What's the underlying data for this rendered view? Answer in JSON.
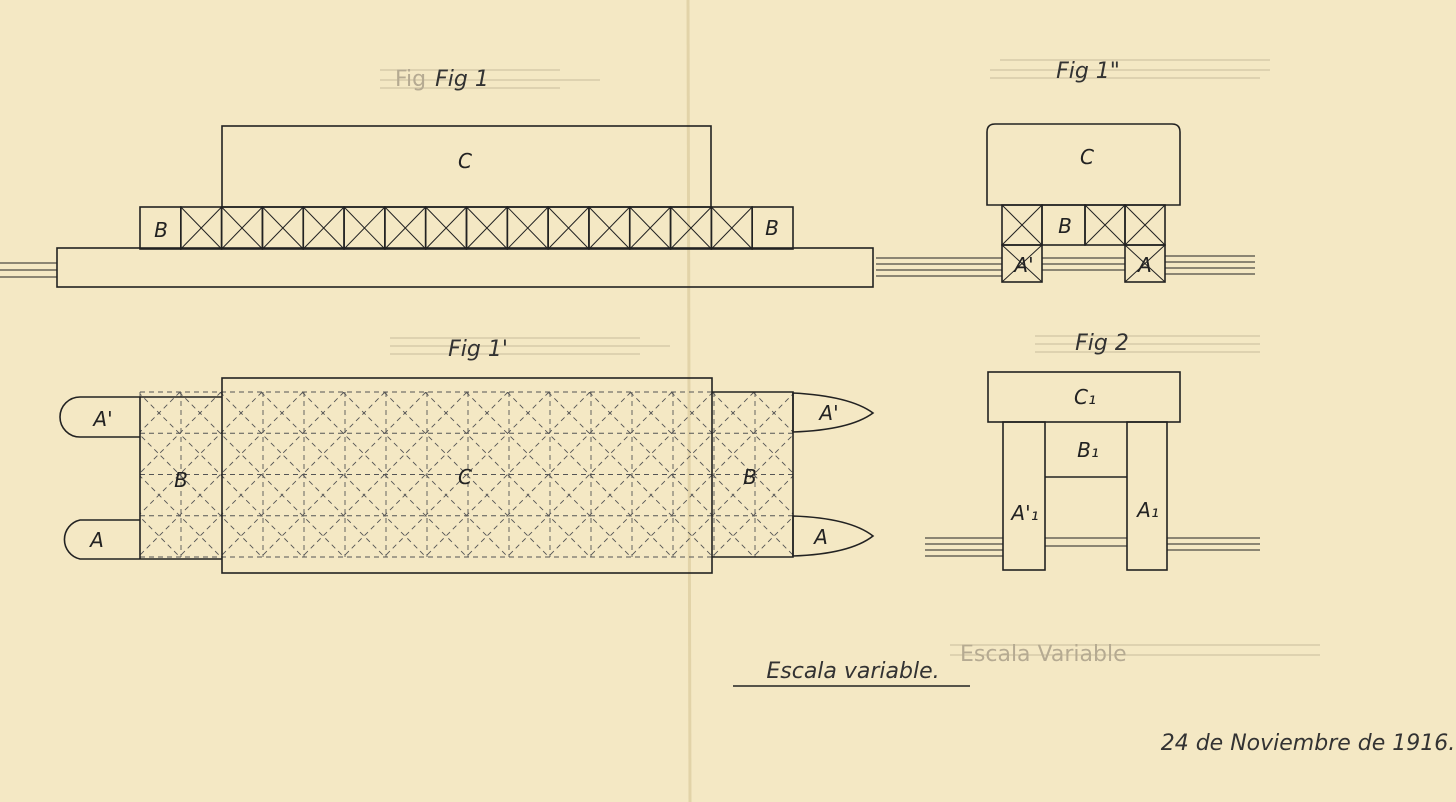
{
  "figures": {
    "fig1": {
      "title": "Fig 1",
      "draft_title": "Fig",
      "labels": {
        "c": "C",
        "b_left": "B",
        "b_right": "B"
      }
    },
    "fig1_double": {
      "title": "Fig 1\"",
      "labels": {
        "c": "C",
        "b": "B",
        "a_prime": "A'",
        "a": "A"
      }
    },
    "fig1_prime": {
      "title": "Fig 1'",
      "labels": {
        "a_prime_left": "A'",
        "a_left": "A",
        "b_left": "B",
        "c": "C",
        "b_right": "B",
        "a_prime_right": "A'",
        "a_right": "A"
      }
    },
    "fig2": {
      "title": "Fig 2",
      "labels": {
        "c1": "C₁",
        "b1": "B₁",
        "a1_prime": "A'₁",
        "a1": "A₁"
      }
    }
  },
  "scale": {
    "label": "Escala variable.",
    "draft_label": "Escala Variable"
  },
  "date": "24 de Noviembre de 1916.",
  "colors": {
    "paper": "#f4e8c4",
    "ink": "#222222"
  }
}
